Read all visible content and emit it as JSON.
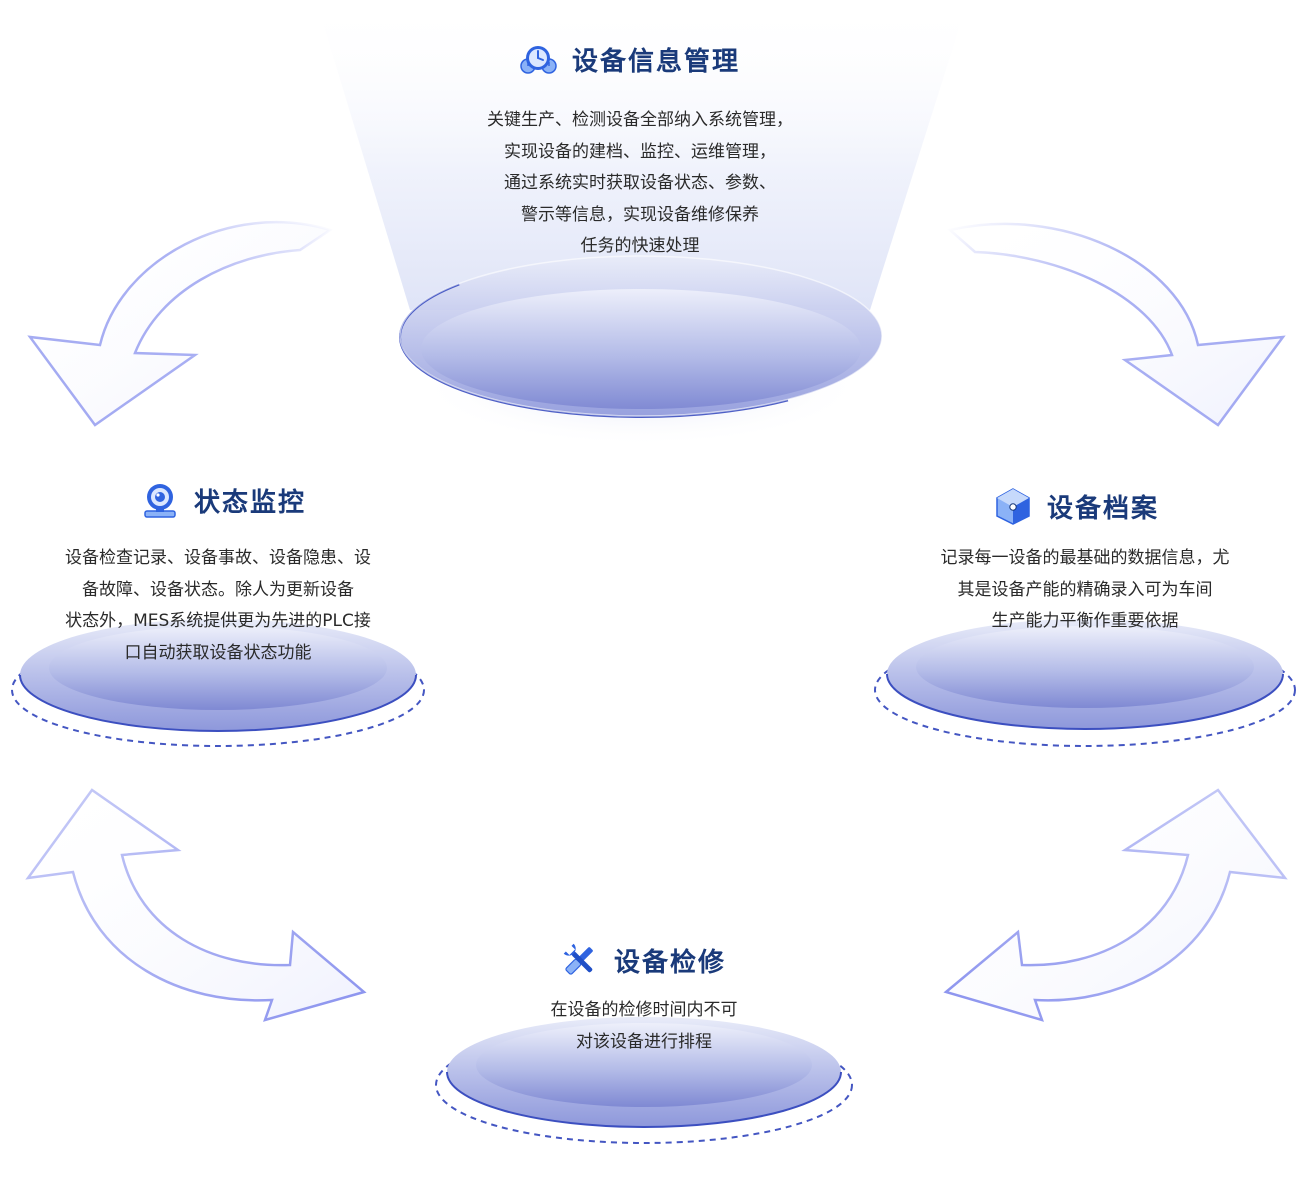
{
  "colors": {
    "title": "#1a3a7a",
    "text": "#2a2a2a",
    "disk_light": "#e6e9f8",
    "disk_dark": "#7d87d2",
    "rim": "#3c4fc0",
    "arrow_stroke": "#a2a9f2",
    "icon_blue": "#2f63e0",
    "icon_light": "#8bb2f7"
  },
  "nodes": {
    "info": {
      "title": "设备信息管理",
      "icon": "clock-gauge-icon",
      "lines": [
        "关键生产、检测设备全部纳入系统管理，",
        "实现设备的建档、监控、运维管理，",
        "通过系统实时获取设备状态、参数、",
        "警示等信息，实现设备维修保养",
        "任务的快速处理"
      ]
    },
    "monitor": {
      "title": "状态监控",
      "icon": "camera-monitor-icon",
      "lines": [
        "设备检查记录、设备事故、设备隐患、设",
        "备故障、设备状态。除人为更新设备",
        "状态外，MES系统提供更为先进的PLC接",
        "口自动获取设备状态功能"
      ]
    },
    "archive": {
      "title": "设备档案",
      "icon": "cube-icon",
      "lines": [
        "记录每一设备的最基础的数据信息，尤",
        "其是设备产能的精确录入可为车间",
        "生产能力平衡作重要依据"
      ]
    },
    "repair": {
      "title": "设备检修",
      "icon": "wrench-screwdriver-icon",
      "lines": [
        "在设备的检修时间内不可",
        "对该设备进行排程"
      ]
    }
  }
}
